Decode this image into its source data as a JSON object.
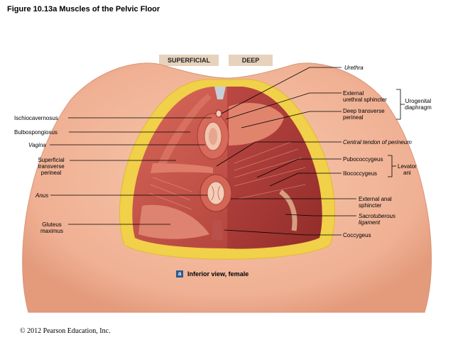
{
  "title": "Figure 10.13a  Muscles of the Pelvic Floor",
  "tabs": {
    "superficial": "SUPERFICIAL",
    "deep": "DEEP"
  },
  "labels_left": {
    "ischiocavernosus": "Ischiocavernosus",
    "bulbospongiosus": "Bulbospongiosus",
    "vagina": "Vagina",
    "superficial_transverse_perineal": [
      "Superficial",
      "transverse",
      "perineal"
    ],
    "anus": "Anus",
    "gluteus_maximus": [
      "Gluteus",
      "maximus"
    ]
  },
  "labels_right": {
    "urethra": "Urethra",
    "external_urethral_sphincter": [
      "External",
      "urethral sphincter"
    ],
    "deep_transverse_perineal": [
      "Deep transverse",
      "perineal"
    ],
    "urogenital_diaphragm": [
      "Urogenital",
      "diaphragm"
    ],
    "central_tendon": "Central tendon of perineum",
    "pubococcygeus": "Pubococcygeus",
    "iliococcygeus": "Iliococcygeus",
    "levator_ani": [
      "Levator",
      "ani"
    ],
    "external_anal_sphincter": [
      "External anal",
      "sphincter"
    ],
    "sacrotuberous_ligament": [
      "Sacrotuberous",
      "ligament"
    ],
    "coccygeus": "Coccygeus"
  },
  "caption": {
    "icon": "a",
    "text": "Inferior view, female"
  },
  "copyright": "© 2012 Pearson Education, Inc.",
  "colors": {
    "skin": "#f2b89a",
    "skin_shadow": "#e49b7c",
    "fat": "#f1d04a",
    "muscle": "#c8524a",
    "muscle_dark": "#9c2f2c",
    "muscle_light": "#e08a78",
    "tab_bg": "#e7d2bd"
  }
}
